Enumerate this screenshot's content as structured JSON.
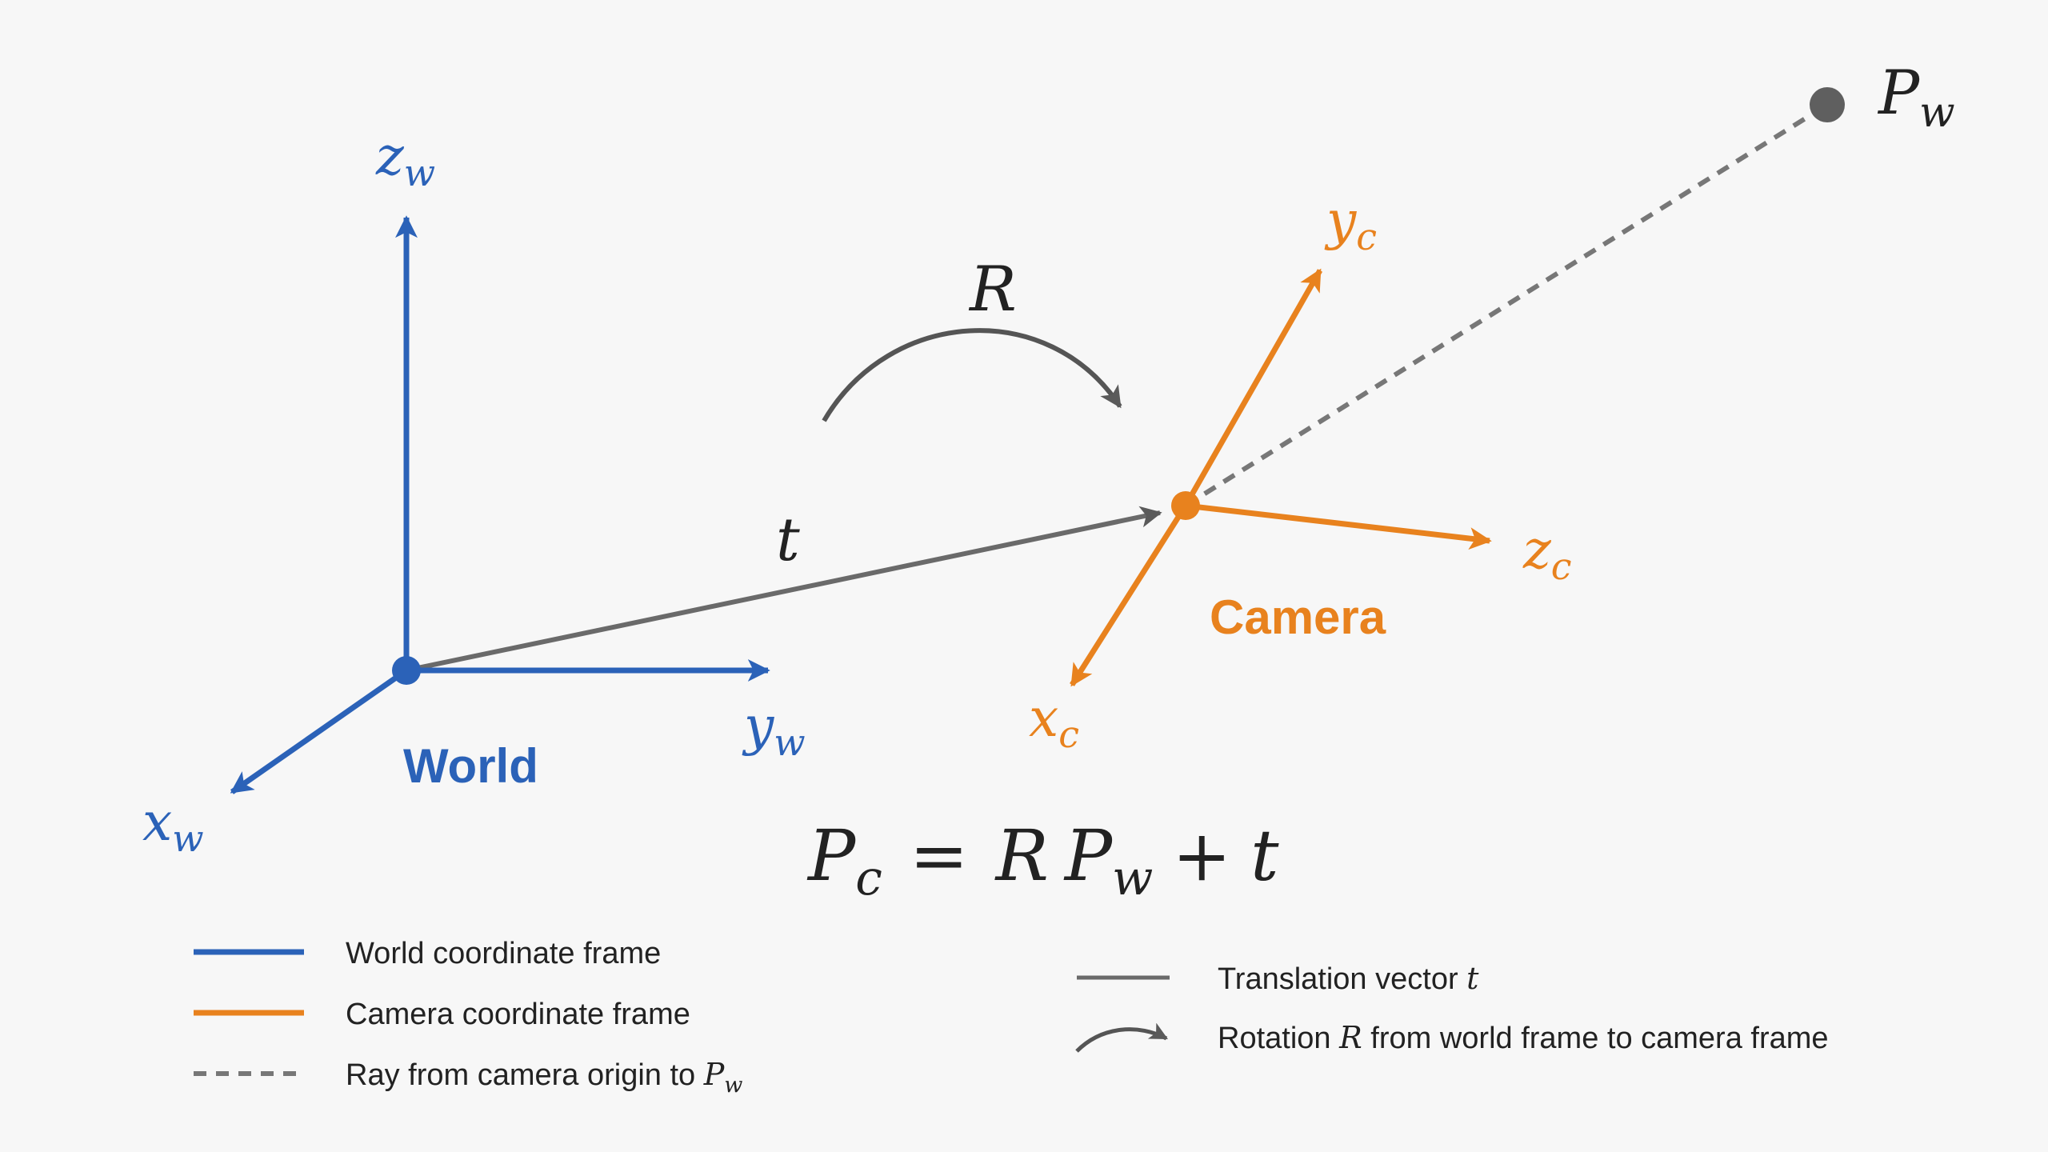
{
  "colors": {
    "world": "#2b62b8",
    "camera": "#e8821e",
    "neutral": "#666666",
    "point": "#5f5f5f",
    "text": "#222222"
  },
  "labels": {
    "world_frame": "World",
    "camera_frame": "Camera",
    "z_w": {
      "base": "z",
      "sub": "w"
    },
    "y_w": {
      "base": "y",
      "sub": "w"
    },
    "x_w": {
      "base": "x",
      "sub": "w"
    },
    "y_c": {
      "base": "y",
      "sub": "c"
    },
    "z_c": {
      "base": "z",
      "sub": "c"
    },
    "x_c": {
      "base": "x",
      "sub": "c"
    },
    "p_w": {
      "base": "P",
      "sub": "w"
    },
    "rotation": "R",
    "translation": "t"
  },
  "equation": {
    "lhs_base": "P",
    "lhs_sub": "c",
    "equals": "=",
    "r": "R",
    "pw_base": "P",
    "pw_sub": "w",
    "plus": "+",
    "t": "t"
  },
  "legend": {
    "world": "World coordinate frame",
    "camera": "Camera coordinate frame",
    "ray_prefix": "Ray from camera origin to ",
    "ray_sym_base": "P",
    "ray_sym_sub": "w",
    "translation_prefix": "Translation vector ",
    "translation_sym": "t",
    "rotation_prefix": "Rotation ",
    "rotation_sym": "R",
    "rotation_suffix": " from world frame to camera frame"
  }
}
